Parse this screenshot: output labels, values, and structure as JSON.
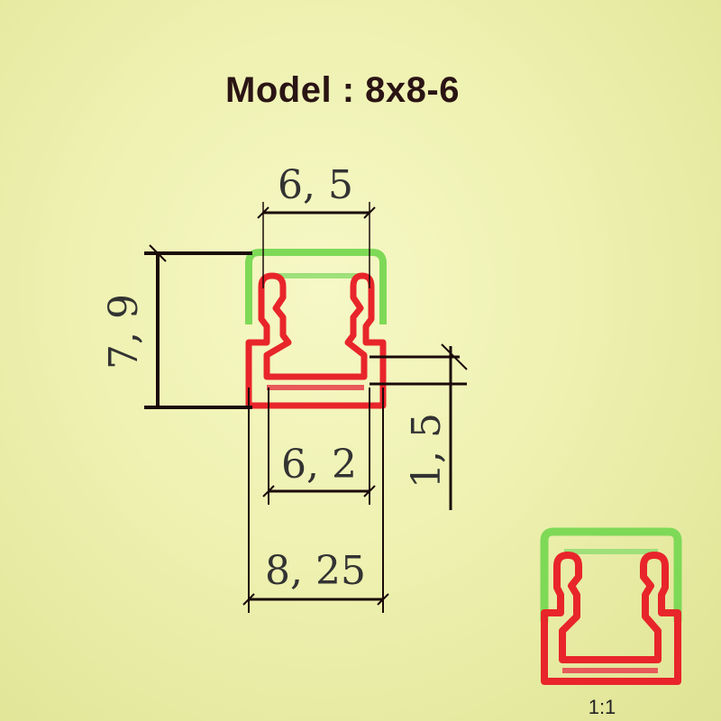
{
  "title": "Model : 8x8-6",
  "dimensions": {
    "top_width": "6, 5",
    "height": "7, 9",
    "inner_width": "6, 2",
    "base_thickness": "1, 5",
    "outer_width": "8, 25"
  },
  "scale_label": "1:1",
  "colors": {
    "diffuser": "#7ed957",
    "profile": "#e8252a",
    "dimension_lines": "#1a0a0a"
  }
}
